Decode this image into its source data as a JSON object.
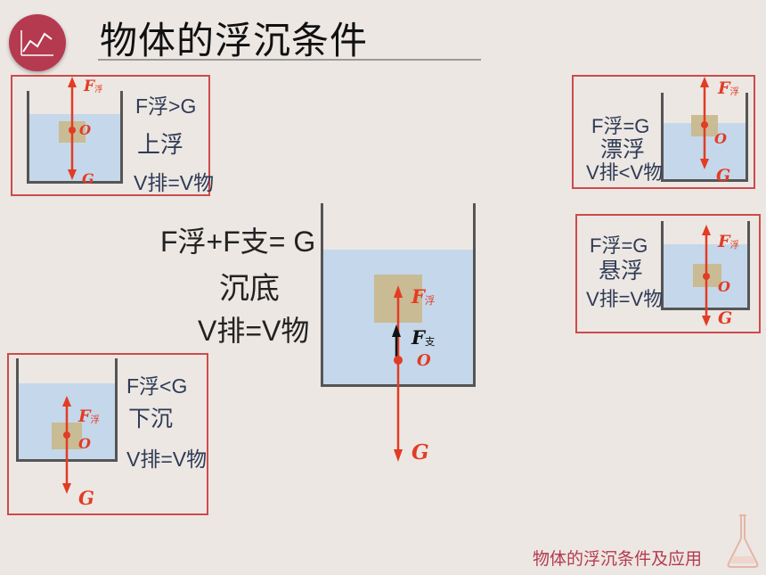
{
  "title": "物体的浮沉条件",
  "footer": "物体的浮沉条件及应用",
  "labels": {
    "f_buoy": "F",
    "buoy_sub": "浮",
    "g": "G",
    "o": "O",
    "f_support": "F",
    "support_sub": "支"
  },
  "states": {
    "rise": {
      "line1": "F浮>G",
      "name": "上浮",
      "line3": "V排=V物"
    },
    "float": {
      "line1": "F浮=G",
      "name": "漂浮",
      "line3": "V排<V物"
    },
    "suspend": {
      "line1": "F浮=G",
      "name": "悬浮",
      "line3": "V排=V物"
    },
    "sink": {
      "line1": "F浮<G",
      "name": "下沉",
      "line3": "V排=V物"
    },
    "bottom": {
      "line1": "F浮+F支= G",
      "name": "沉底",
      "line3": "V排=V物"
    }
  },
  "colors": {
    "accent": "#e23c24",
    "frame": "#cd4b4b",
    "water": "#c5d7ea",
    "block": "#c9b98f",
    "logo": "#b53a50"
  },
  "icons": {
    "logo": "line-chart-icon",
    "corner": "flask-icon"
  }
}
